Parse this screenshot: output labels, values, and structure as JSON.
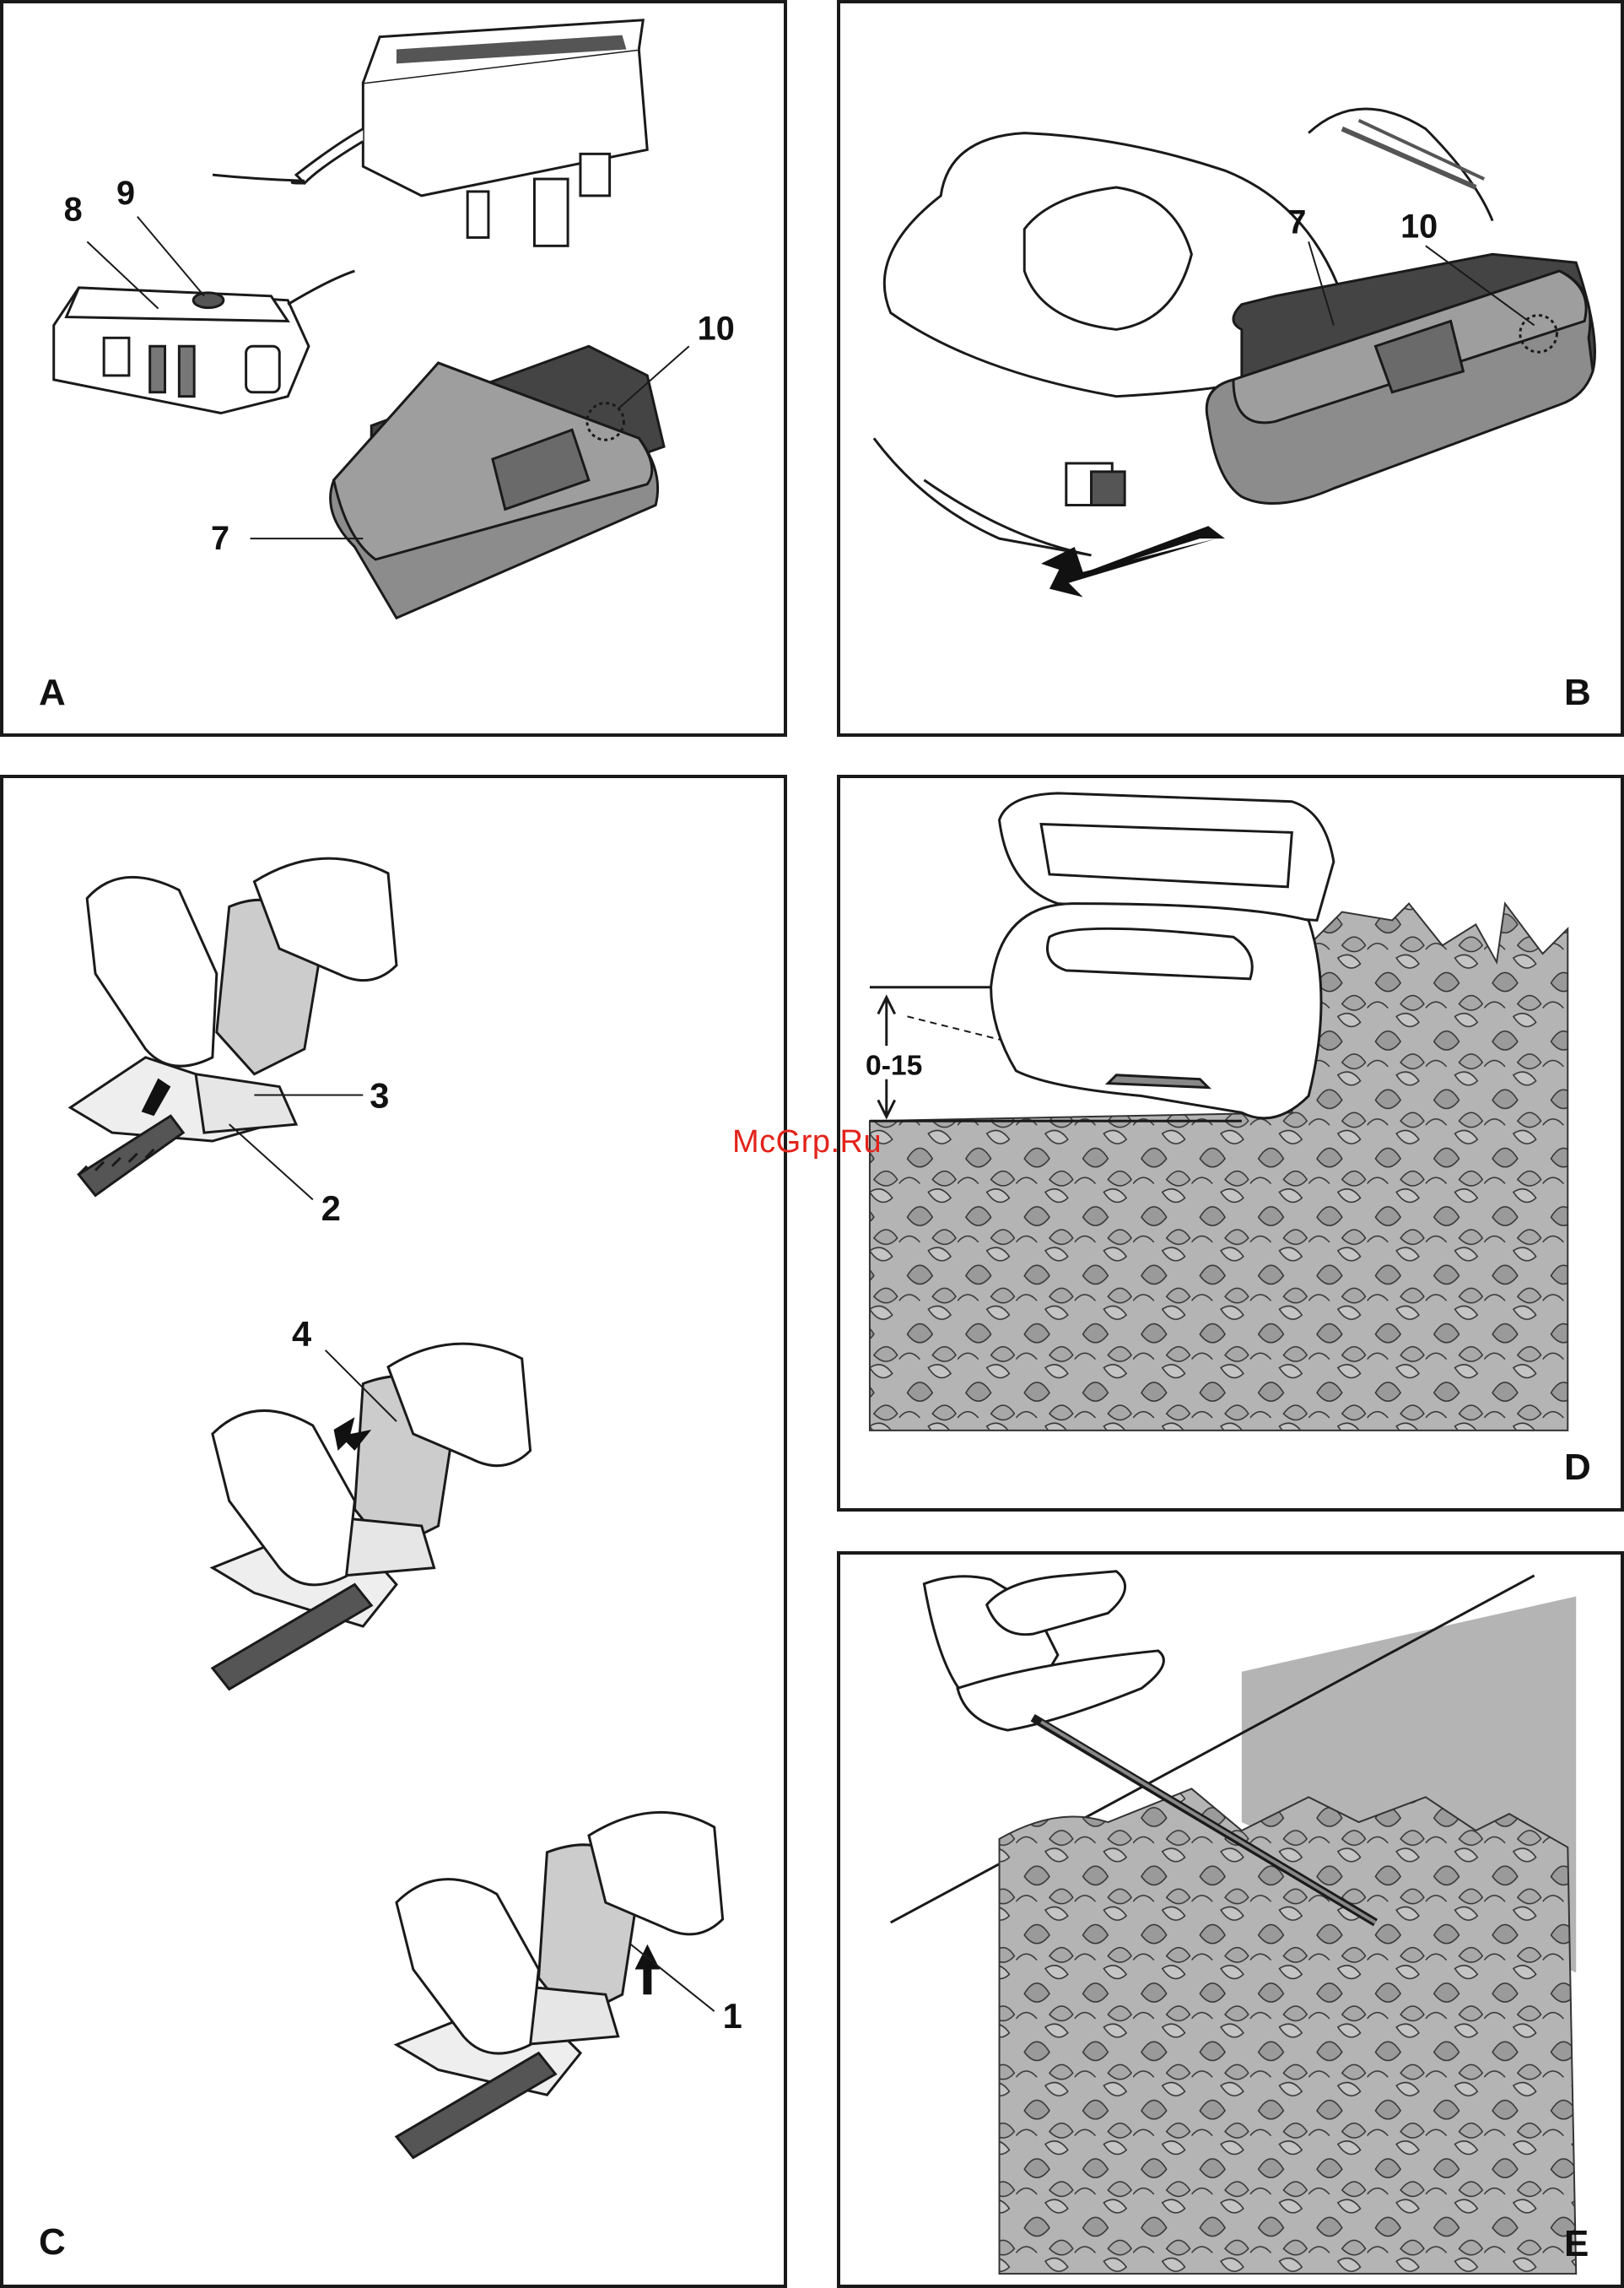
{
  "panels": {
    "A": {
      "letter": "A",
      "callouts": [
        "8",
        "9",
        "10",
        "7"
      ]
    },
    "B": {
      "letter": "B",
      "callouts": [
        "7",
        "10"
      ]
    },
    "C": {
      "letter": "C",
      "callouts": [
        "3",
        "2",
        "4",
        "1"
      ]
    },
    "D": {
      "letter": "D",
      "measure": "0-15"
    },
    "E": {
      "letter": "E"
    }
  },
  "watermark": "McGrp.Ru",
  "colors": {
    "line": "#1a1a1a",
    "battery": "#8c8c8c",
    "hedge": "#b4b4b4",
    "watermark": "#e2231a"
  }
}
